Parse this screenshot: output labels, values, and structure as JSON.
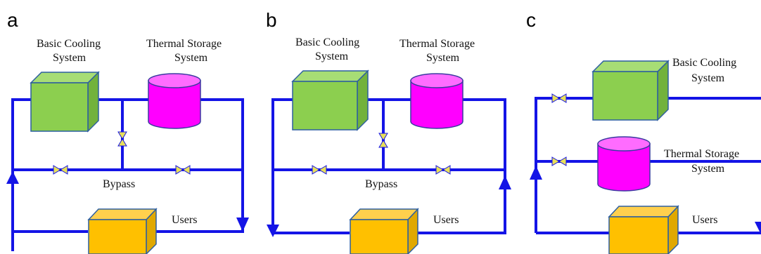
{
  "panels": {
    "a": {
      "letter": "a",
      "basic_cooling_line1": "Basic Cooling",
      "basic_cooling_line2": "System",
      "thermal_storage_line1": "Thermal Storage",
      "thermal_storage_line2": "System",
      "bypass": "Bypass",
      "users": "Users"
    },
    "b": {
      "letter": "b",
      "basic_cooling_line1": "Basic Cooling",
      "basic_cooling_line2": "System",
      "thermal_storage_line1": "Thermal Storage",
      "thermal_storage_line2": "System",
      "bypass": "Bypass",
      "users": "Users"
    },
    "c": {
      "letter": "c",
      "basic_cooling_line1": "Basic Cooling",
      "basic_cooling_line2": "System",
      "thermal_storage_line1": "Thermal Storage",
      "thermal_storage_line2": "System",
      "users": "Users"
    }
  },
  "colors": {
    "pipe": "#1414e6",
    "cooling_system": "#8ccf4f",
    "thermal_storage": "#ff00ff",
    "users": "#ffc000",
    "valve": "#e8e05a"
  }
}
